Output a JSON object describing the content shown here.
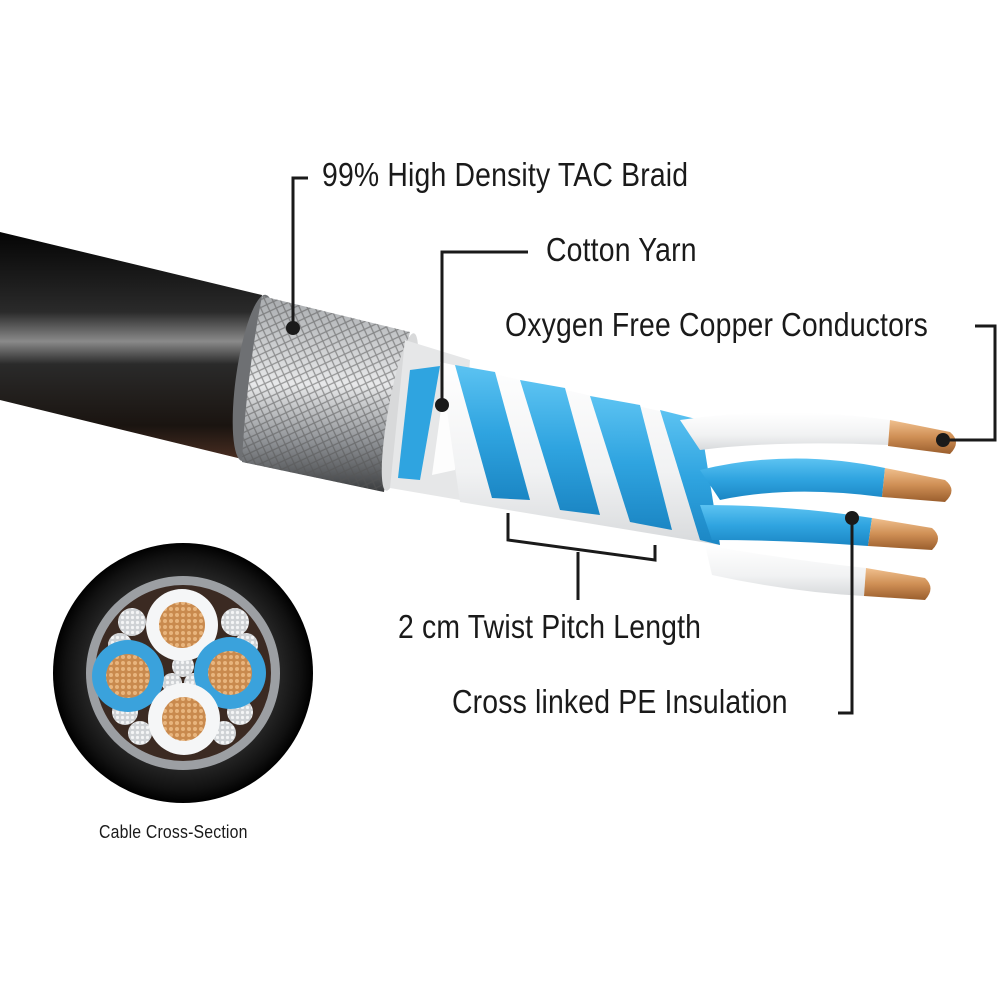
{
  "diagram": {
    "subject": "Balanced audio cable construction",
    "colors": {
      "jacket": "#141414",
      "braid": "#b9bcbf",
      "insulation_blue": "#2fa4e0",
      "insulation_white": "#f2f3f4",
      "copper": "#d49a63",
      "leader_line": "#1a1a1a"
    },
    "callouts": [
      {
        "id": "braid",
        "text": "99% High Density TAC Braid"
      },
      {
        "id": "cotton",
        "text": "Cotton Yarn"
      },
      {
        "id": "copper",
        "text": "Oxygen Free Copper Conductors"
      },
      {
        "id": "twist",
        "text": "2 cm Twist Pitch Length"
      },
      {
        "id": "insulation",
        "text": "Cross linked PE Insulation"
      }
    ],
    "cross_section": {
      "caption": "Cable Cross-Section",
      "conductors": [
        {
          "position": "top",
          "insulation": "white"
        },
        {
          "position": "left",
          "insulation": "blue"
        },
        {
          "position": "right",
          "insulation": "blue"
        },
        {
          "position": "bottom",
          "insulation": "white"
        }
      ]
    }
  }
}
